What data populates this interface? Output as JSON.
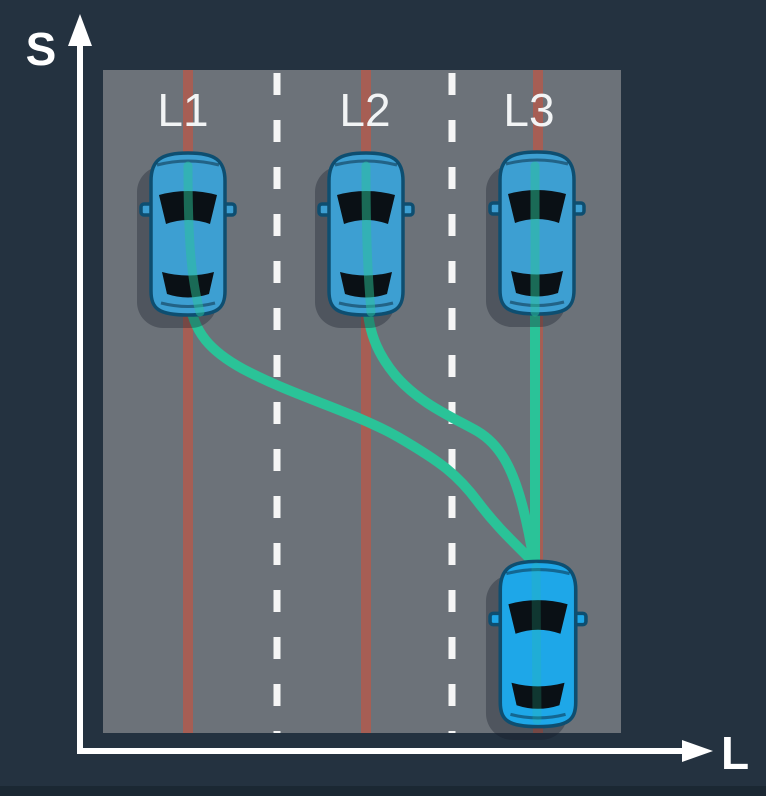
{
  "diagram": {
    "axis": {
      "vertical_label": "S",
      "horizontal_label": "L"
    },
    "lanes": [
      {
        "label": "L1"
      },
      {
        "label": "L2"
      },
      {
        "label": "L3"
      }
    ],
    "vehicles": {
      "target_cars": [
        "L1",
        "L2",
        "L3"
      ],
      "ego_lane": "L3"
    },
    "trajectories": [
      {
        "from": "ego",
        "to": "L1",
        "shape": "s-curve-left"
      },
      {
        "from": "ego",
        "to": "L2",
        "shape": "s-curve-left"
      },
      {
        "from": "ego",
        "to": "L3",
        "shape": "straight"
      }
    ]
  },
  "colors": {
    "background": "#243240",
    "bottom_edge": "#1b2833",
    "road": "#6c7279",
    "lane_center_line": "#b05a4e",
    "lane_divider": "#f5f5f5",
    "trajectory": "#2ac398",
    "target_car": "#3d9fd2",
    "ego_car": "#1ea7e8",
    "car_outline": "#0e4e70",
    "car_glass": "#0a1015",
    "axis": "#ffffff",
    "label_text": "#f2f4f5"
  }
}
